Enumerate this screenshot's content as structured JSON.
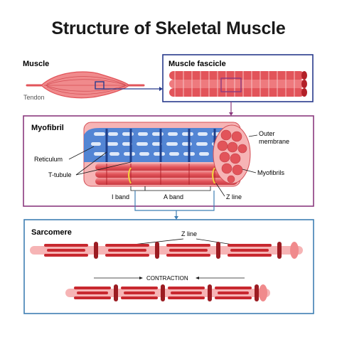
{
  "title": "Structure of Skeletal Muscle",
  "muscle": {
    "label": "Muscle",
    "tendon_label": "Tendon"
  },
  "fascicle": {
    "label": "Muscle fascicle"
  },
  "myofibril": {
    "label": "Myofibril",
    "reticulum_label": "Reticulum",
    "t_tubule_label": "T-tubule",
    "outer_membrane_label_line1": "Outer",
    "outer_membrane_label_line2": "membrane",
    "myofibrils_label": "Myofibrils",
    "i_band_label": "I band",
    "a_band_label": "A band",
    "z_line_label": "Z line"
  },
  "sarcomere": {
    "label": "Sarcomere",
    "z_line_label": "Z line",
    "contraction_label": "CONTRACTION"
  },
  "colors": {
    "frame_blue": "#3f7fb3",
    "frame_navy": "#283a8c",
    "frame_purple": "#8b3a7f",
    "muscle_red": "#e2545a",
    "muscle_light": "#f5a5a6",
    "dark_red": "#b32028",
    "reticulum_blue": "#4a83d6",
    "band_yellow": "#f2d23a"
  }
}
